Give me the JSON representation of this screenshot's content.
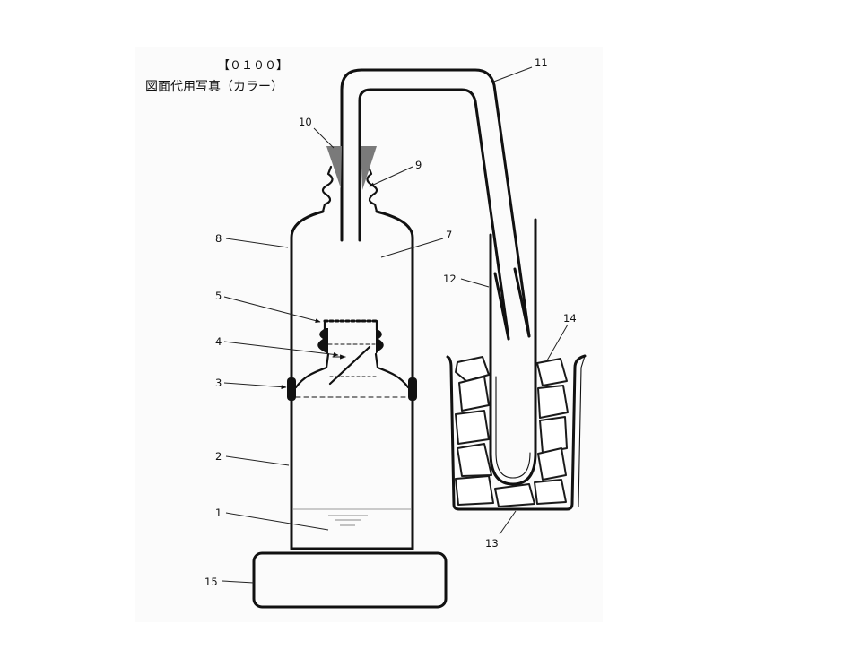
{
  "header": {
    "paragraph_number": "【０１００】",
    "caption": "図面代用写真（カラー）"
  },
  "reference_numerals": {
    "n1": "1",
    "n2": "2",
    "n3": "3",
    "n4": "4",
    "n5": "5",
    "n7": "7",
    "n8": "8",
    "n9": "9",
    "n10": "10",
    "n11": "11",
    "n12": "12",
    "n13": "13",
    "n14": "14",
    "n15": "15"
  },
  "colors": {
    "ink": "#111111",
    "stopper_gray": "#7a7a7a",
    "paper": "#fbfbfb"
  }
}
